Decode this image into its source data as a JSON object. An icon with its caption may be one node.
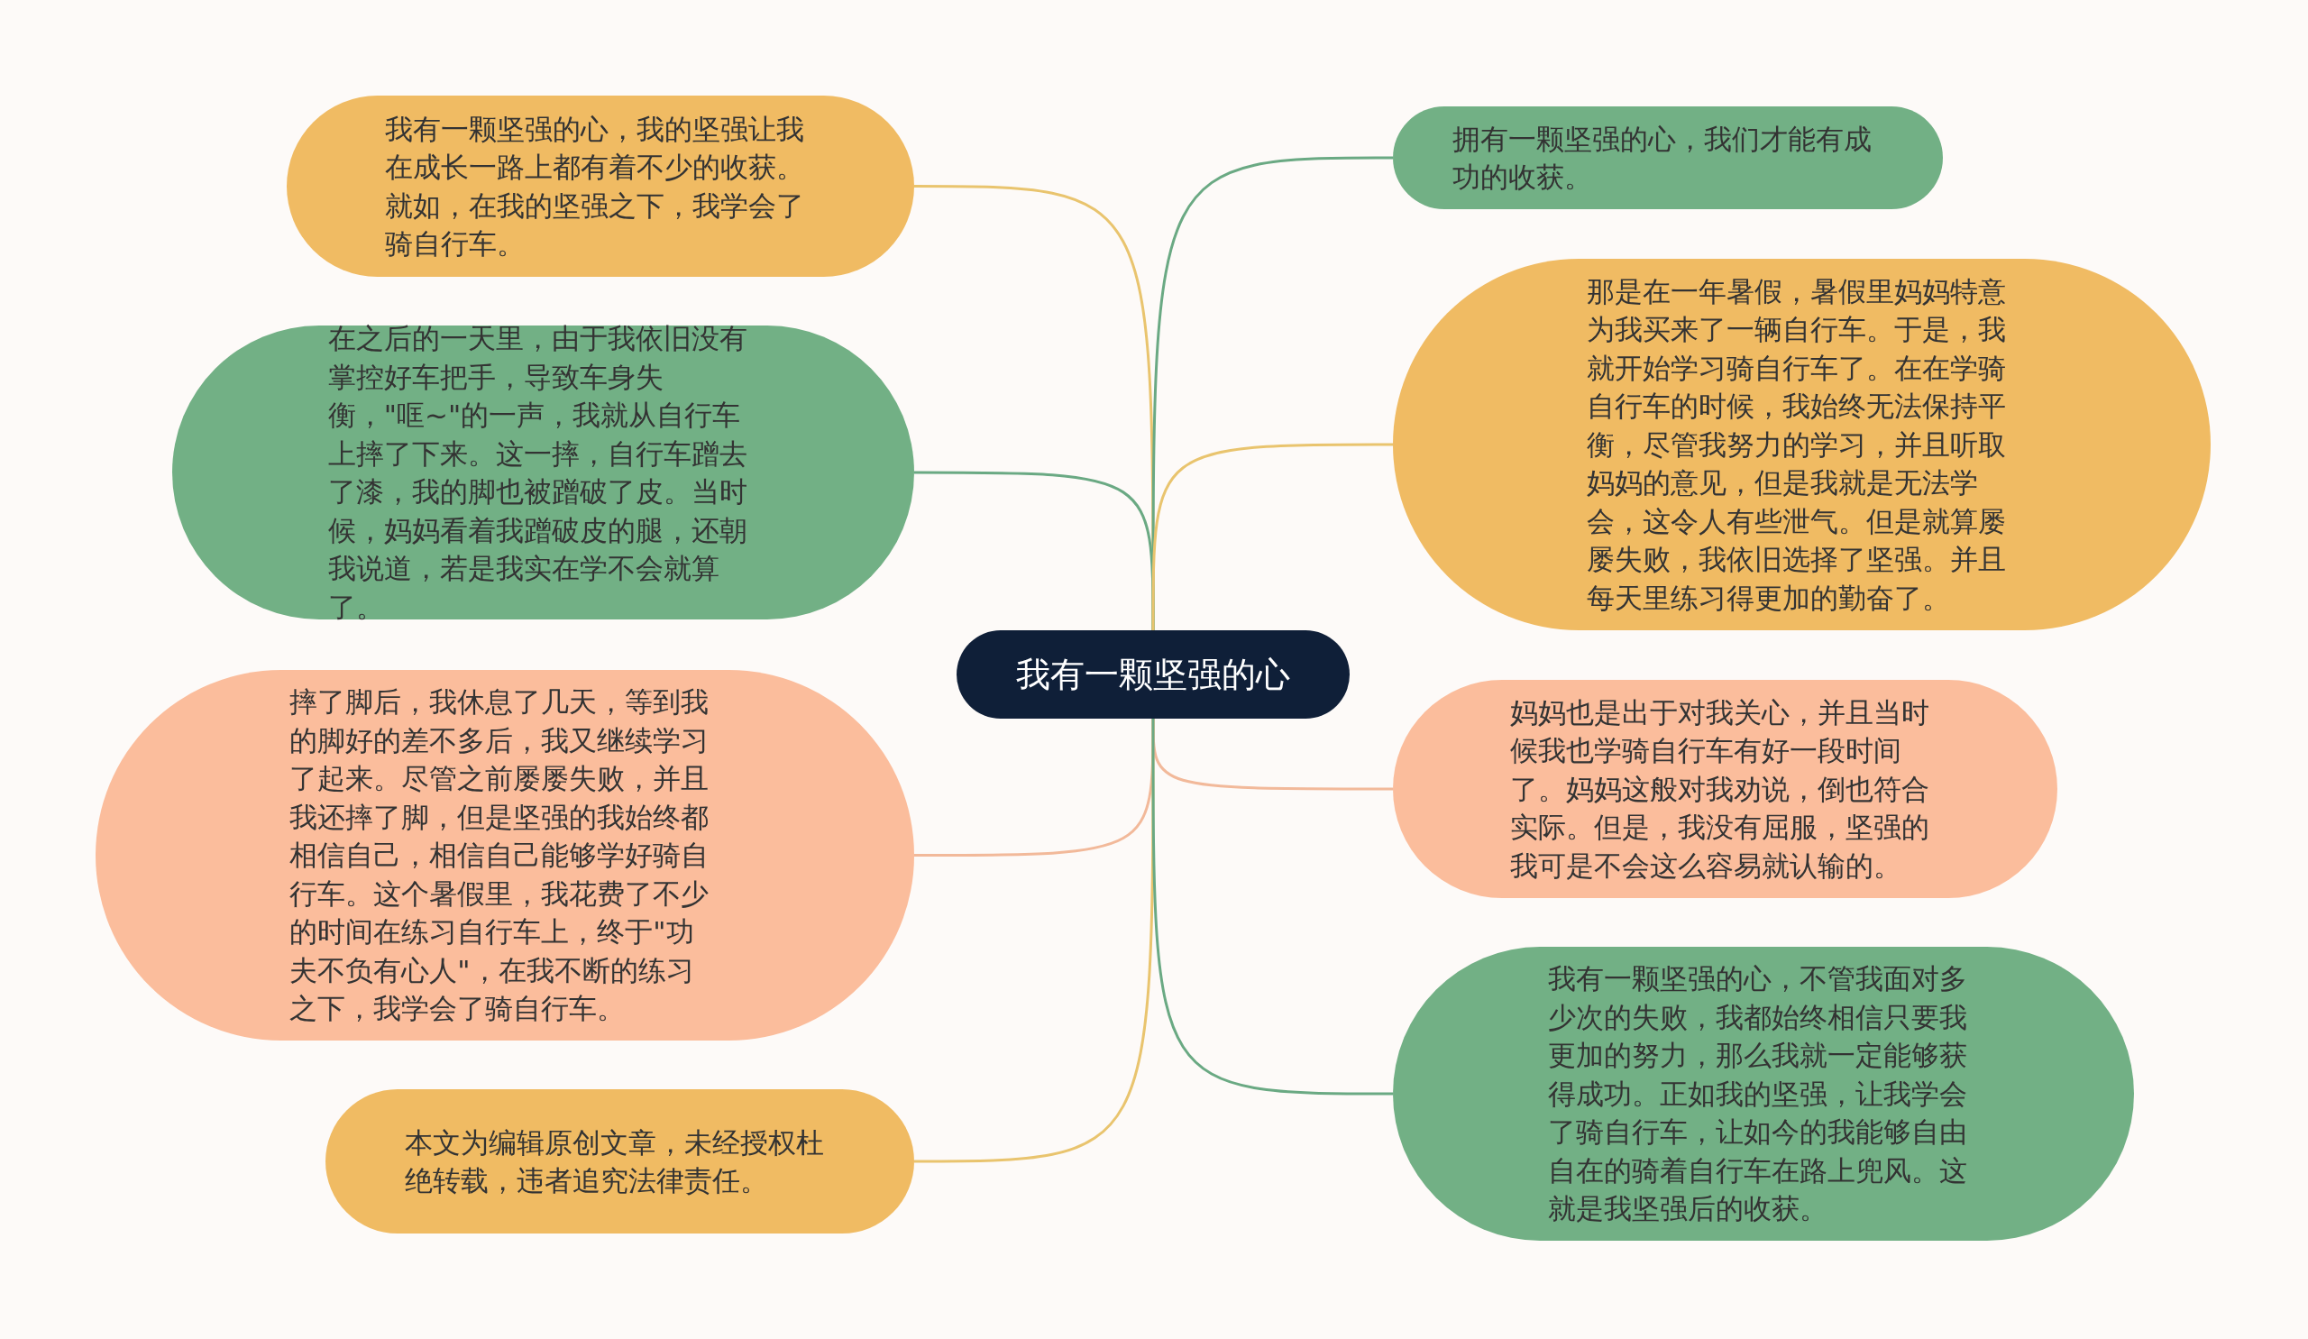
{
  "diagram": {
    "nodes": [
      {
        "text": [
          "我有一颗坚强的心"
        ]
      },
      {
        "text": [
          "我有一颗坚强的心，我的坚强让我在成长一路上都有着不少的收获。就如，在我的坚强之下，我学会了骑自行车。"
        ]
      },
      {
        "text": [
          "在之后的一天里，由于我依旧没有掌控好车把手，导致车身失衡，\"哐~\"的一声，我就从自行车上摔了下来。这一摔，自行车蹭去了漆，我的脚也被蹭破了皮。当时候，妈妈看着我蹭破皮的腿，还朝我说道，若是我实在学不会就算了。"
        ]
      },
      {
        "text": [
          "摔了脚后，我休息了几天，等到我的脚好的差不多后，我又继续学习了起来。尽管之前屡屡失败，并且我还摔了脚，但是坚强的我始终都相信自己，相信自己能够学好骑自行车。这个暑假里，我花费了不少的时间在练习自行车上，终于\"功夫不负有心人\"，在我不断的练习之下，我学会了骑自行车。"
        ]
      },
      {
        "text": [
          "本文为编辑原创文章，未经授权杜绝转载，违者追究法律责任。"
        ]
      },
      {
        "text": [
          "拥有一颗坚强的心，我们才能有成功的收获。"
        ]
      },
      {
        "text": [
          "那是在一年暑假，暑假里妈妈特意为我买来了一辆自行车。于是，我就开始学习骑自行车了。在在学骑自行车的时候，我始终无法保持平衡，尽管我努力的学习，并且听取妈妈的意见，但是我就是无法学会，这令人有些泄气。但是就算屡屡失败，我依旧选择了坚强。并且每天里练习得更加的勤奋了。"
        ]
      },
      {
        "text": [
          "妈妈也是出于对我关心，并且当时候我也学骑自行车有好一段时间了。妈妈这般对我劝说，倒也符合实际。但是，我没有屈服，坚强的我可是不会这么容易就认输的。"
        ]
      },
      {
        "text": [
          "我有一颗坚强的心，不管我面对多少次的失败，我都始终相信只要我更加的努力，那么我就一定能够获得成功。正如我的坚强，让我学会了骑自行车，让如今的我能够自由自在的骑着自行车在路上兜风。这就是我坚强后的收获。"
        ]
      }
    ],
    "edges": [
      {
        "from": 0,
        "to": 1,
        "arrow": "none",
        "color": "#e9c46e"
      },
      {
        "from": 0,
        "to": 2,
        "arrow": "none",
        "color": "#6aa983"
      },
      {
        "from": 0,
        "to": 3,
        "arrow": "none",
        "color": "#f2b99a"
      },
      {
        "from": 0,
        "to": 4,
        "arrow": "none",
        "color": "#e9c46e"
      },
      {
        "from": 0,
        "to": 5,
        "arrow": "none",
        "color": "#6aa983"
      },
      {
        "from": 0,
        "to": 6,
        "arrow": "none",
        "color": "#e9c46e"
      },
      {
        "from": 0,
        "to": 7,
        "arrow": "none",
        "color": "#f2b99a"
      },
      {
        "from": 0,
        "to": 8,
        "arrow": "none",
        "color": "#6aa983"
      }
    ]
  }
}
